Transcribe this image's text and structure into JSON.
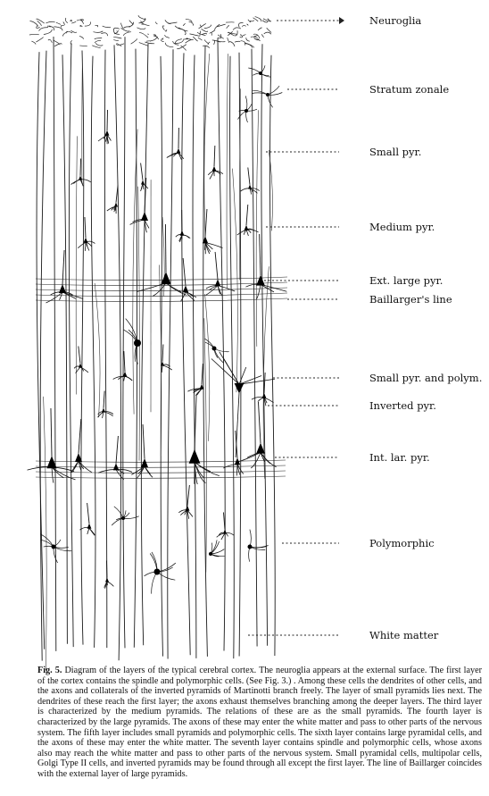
{
  "labels": [
    {
      "key": "neuroglia",
      "text": "Neuroglia"
    },
    {
      "key": "stratum-zonale",
      "text": "Stratum zonale"
    },
    {
      "key": "small-pyr",
      "text": "Small pyr."
    },
    {
      "key": "medium-pyr",
      "text": "Medium pyr."
    },
    {
      "key": "ext-large-pyr",
      "text": "Ext. large pyr."
    },
    {
      "key": "baillargers-line",
      "text": "Baillarger's line"
    },
    {
      "key": "small-pyr-and-polym",
      "text": "Small pyr. and polym."
    },
    {
      "key": "inverted-pyr",
      "text": "Inverted pyr."
    },
    {
      "key": "int-lar-pyr",
      "text": "Int. lar. pyr."
    },
    {
      "key": "polymorphic",
      "text": "Polymorphic"
    },
    {
      "key": "white-matter",
      "text": "White matter"
    }
  ],
  "caption": {
    "figure_label": "Fig. 5.",
    "text": "Diagram of the layers of the typical cerebral cortex.   The neuroglia appears at the external surface.   The first layer of the cortex contains the spindle and polymorphic cells.   (See Fig. 3.) . Among these cells the dendrites of other cells, and the axons and collaterals of the inverted pyramids of Martinotti branch freely.   The layer of small pyramids lies next.   The dendrites of these reach the first layer; the axons exhaust themselves branching among the deeper layers.   The third layer is characterized by the medium pyramids.   The relations of these are as the small pyramids.   The fourth layer is characterized by the large pyramids.   The axons of these may enter the white matter and pass to other parts of the nervous system.   The fifth layer includes small pyramids and polymorphic cells.   The sixth layer contains large pyramidal cells, and the axons of these may enter the white matter.   The seventh layer contains spindle and polymorphic cells, whose axons also may reach the white matter and pass to other parts of the nervous system.   Small pyramidal cells, multipolar cells, Golgi Type II cells, and inverted pyramids may be found through all except the first layer.   The line of Baillarger coincides with the external layer of large pyramids."
  }
}
